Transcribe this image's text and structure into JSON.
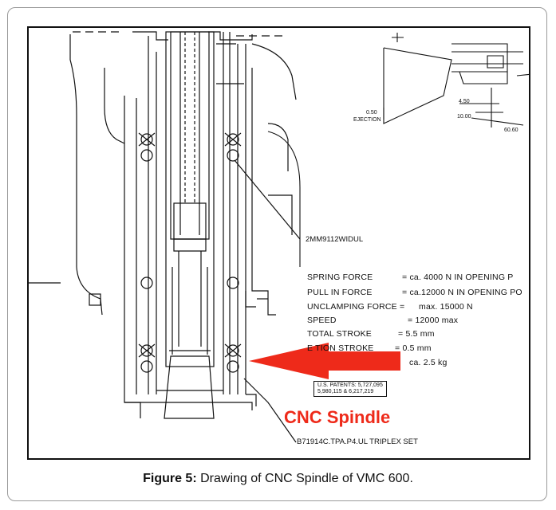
{
  "drawing": {
    "dimensions": {
      "ejection_value": "0.50",
      "ejection_label": "EJECTION",
      "dim_a": "4.50",
      "dim_b": "10.00",
      "dim_c": "60.60"
    },
    "part_labels": {
      "bearing_upper": "2MM9112WIDUL",
      "bearing_lower": "B71914C.TPA.P4.UL  TRIPLEX SET"
    },
    "specs": [
      {
        "label": "SPRING FORCE",
        "value": "=  ca.  4000  N  IN  OPENING  P"
      },
      {
        "label": "PULL  IN  FORCE",
        "value": "=  ca.12000  N  IN  OPENING  PO"
      },
      {
        "label": "UNCLAMPING  FORCE   =",
        "value": "max.  15000  N"
      },
      {
        "label": "SPEED",
        "value": "=  12000  max"
      },
      {
        "label": "TOTAL  STROKE",
        "value": "=  5.5  mm"
      },
      {
        "label": "E    TION  STROKE",
        "value": "=  0.5  mm"
      },
      {
        "label": "",
        "value": "ca.  2.5  kg"
      }
    ],
    "patents": {
      "line1": "U.S.  PATENTS:  5,727,095",
      "line2": "5,980,115  &  6,217,219"
    },
    "annotation": "CNC Spindle",
    "colors": {
      "annotation": "#ee2a1a",
      "line": "#111111"
    }
  },
  "caption": {
    "prefix": "Figure 5:",
    "text": " Drawing of CNC Spindle of VMC 600."
  }
}
